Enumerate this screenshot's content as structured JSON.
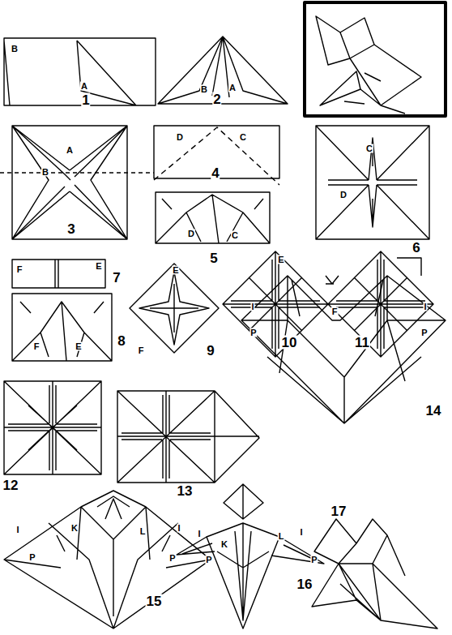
{
  "diagram": {
    "labels": [
      "B",
      "A",
      "1",
      "B",
      "A",
      "2",
      "A",
      "B",
      "3",
      "D",
      "C",
      "4",
      "D",
      "C",
      "5",
      "C",
      "D",
      "6",
      "F",
      "E",
      "7",
      "F",
      "E",
      "8",
      "E",
      "F",
      "9",
      "E",
      "F",
      "10",
      "11",
      "12",
      "13",
      "I",
      "I",
      "P",
      "P",
      "14",
      "I",
      "I",
      "K",
      "L",
      "P",
      "P",
      "15",
      "I",
      "I",
      "K",
      "L",
      "P",
      "P",
      "16",
      "17"
    ]
  }
}
